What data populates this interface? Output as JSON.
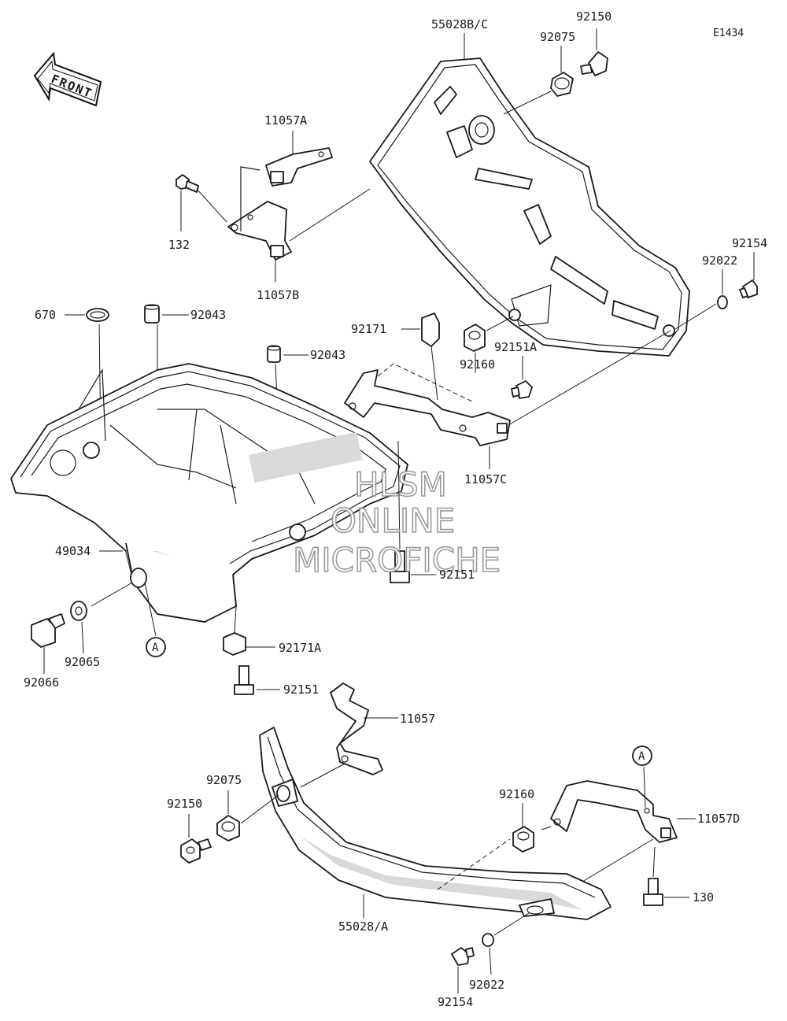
{
  "diagram": {
    "code": "E1434",
    "direction_label": "FRONT",
    "reference_marks": {
      "a_upper": "A",
      "a_lower": "A"
    },
    "watermark": {
      "line1": "HLSM",
      "line2": "ONLINE",
      "line3": "MICROFICHE"
    },
    "parts": {
      "p55028bc": "55028B/C",
      "p92150_top": "92150",
      "p92075_top": "92075",
      "p11057a": "11057A",
      "p132": "132",
      "p11057b": "11057B",
      "p92154_right": "92154",
      "p92022_right": "92022",
      "p670": "670",
      "p92043_a": "92043",
      "p92043_b": "92043",
      "p92171": "92171",
      "p92151a": "92151A",
      "p92160_top": "92160",
      "p11057c": "11057C",
      "p49034": "49034",
      "p92151_mid": "92151",
      "p92065": "92065",
      "p92066": "92066",
      "p92171a": "92171A",
      "p92151_low": "92151",
      "p11057": "11057",
      "p92075_low": "92075",
      "p92150_low": "92150",
      "p92160_low": "92160",
      "p11057d": "11057D",
      "p130": "130",
      "p55028a": "55028/A",
      "p92022_low": "92022",
      "p92154_low": "92154"
    }
  }
}
